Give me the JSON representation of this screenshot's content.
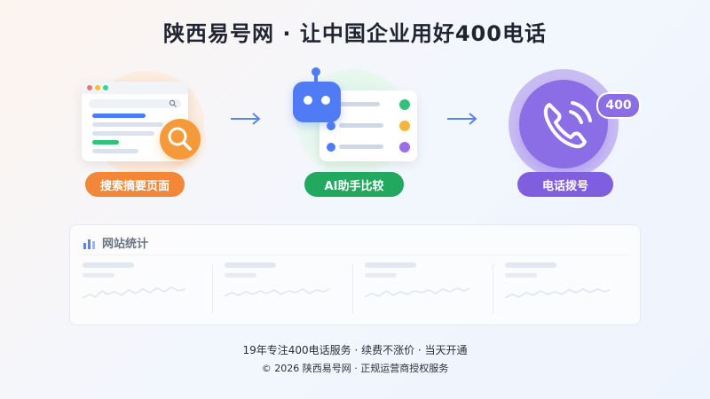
{
  "header": {
    "title": "陕西易号网 · 让中国企业用好400电话"
  },
  "steps": [
    {
      "label": "搜索摘要页面",
      "color": "#f2873a"
    },
    {
      "label": "AI助手比较",
      "color": "#22a85f"
    },
    {
      "label": "电话拨号",
      "color": "#7f5ee0"
    }
  ],
  "phone_badge": "400",
  "stats": {
    "title": "网站统计"
  },
  "footer": {
    "line1": "19年专注400电话服务 · 续费不涨价 · 当天开通",
    "line2": "© 2026 陕西易号网 · 正规运营商授权服务"
  },
  "colors": {
    "accent": "#4f7cf4",
    "orange": "#f59a3b",
    "green": "#22a85f",
    "purple": "#8b6ee6"
  }
}
